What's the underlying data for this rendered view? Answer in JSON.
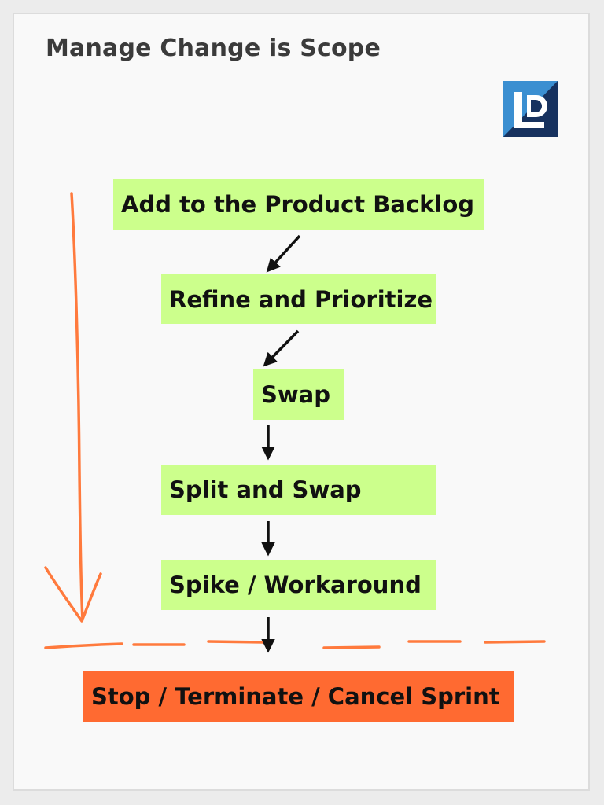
{
  "header": {
    "title": "Manage Change is Scope"
  },
  "logo": {
    "name": "lp-logo-icon",
    "colors": {
      "light": "#3b8fd1",
      "dark": "#17325f",
      "mark": "#ffffff"
    }
  },
  "flow": {
    "steps": [
      "Add to the Product Backlog",
      "Refine and Prioritize",
      "Swap",
      "Split and Swap",
      "Spike / Workaround"
    ],
    "terminal": "Stop / Terminate / Cancel Sprint"
  },
  "colors": {
    "step_fill": "#ccff8c",
    "terminal_fill": "#ff6a31",
    "annotation_stroke": "#ff7a3d",
    "arrow": "#111111"
  }
}
